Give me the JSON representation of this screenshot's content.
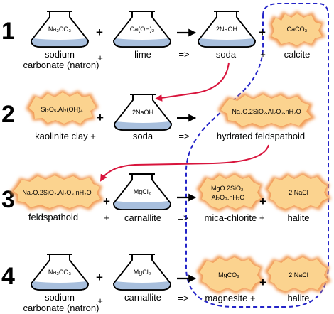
{
  "colors": {
    "flask_liquid": "#a8bfdd",
    "flask_outline": "#000000",
    "mineral_fill": "#fbd38f",
    "mineral_glow": "#f29b55",
    "reaction_arrow": "#d8143c",
    "highlight_outline": "#2424c8"
  },
  "rows": [
    {
      "step": "1",
      "sources": [
        {
          "kind": "flask",
          "formula": "Na₂CO₃",
          "label": "sodium",
          "label2": "carbonate (natron)"
        },
        {
          "kind": "flask",
          "formula": "Ca(OH)₂",
          "label": "lime"
        }
      ],
      "plus_mid": "+",
      "products": [
        {
          "kind": "flask",
          "formula": "2NaOH",
          "label": "soda"
        },
        {
          "kind": "mineral",
          "formula": "CaCO₃",
          "label": "calcite"
        }
      ],
      "arrow_text": "=>",
      "product_plus": "+"
    },
    {
      "step": "2",
      "sources": [
        {
          "kind": "mineral",
          "formula": "Si₂O₅.Al₂(OH)₄",
          "label": "kaolinite clay +"
        },
        {
          "kind": "flask",
          "formula": "2NaOH",
          "label": "soda"
        }
      ],
      "products": [
        {
          "kind": "mineral",
          "formula": "Na₂O.2SiO₂.Al₂O₃.nH₂O",
          "label": "hydrated feldspathoid"
        }
      ],
      "arrow_text": "=>"
    },
    {
      "step": "3",
      "sources": [
        {
          "kind": "mineral",
          "formula": "Na₂O.2SiO₂.Al₂O₃.nH₂O",
          "label": "feldspathoid"
        },
        {
          "kind": "flask",
          "formula": "MgCl₂",
          "label": "carnallite"
        }
      ],
      "plus_mid": "+",
      "products": [
        {
          "kind": "mineral",
          "formula": "MgO.2SiO₂.",
          "formula2": "Al₂O₃.nH₂O",
          "label": "mica-chlorite +"
        },
        {
          "kind": "mineral",
          "formula": "2 NaCl",
          "label": "halite"
        }
      ],
      "arrow_text": "=>"
    },
    {
      "step": "4",
      "sources": [
        {
          "kind": "flask",
          "formula": "Na₂CO₃",
          "label": "sodium",
          "label2": "carbonate (natron)"
        },
        {
          "kind": "flask",
          "formula": "MgCl₂",
          "label": "carnallite"
        }
      ],
      "plus_mid": "+",
      "products": [
        {
          "kind": "mineral",
          "formula": "MgCO₃",
          "label": "magnesite +"
        },
        {
          "kind": "mineral",
          "formula": "2 NaCl",
          "label": "halite"
        }
      ],
      "arrow_text": "=>"
    }
  ]
}
